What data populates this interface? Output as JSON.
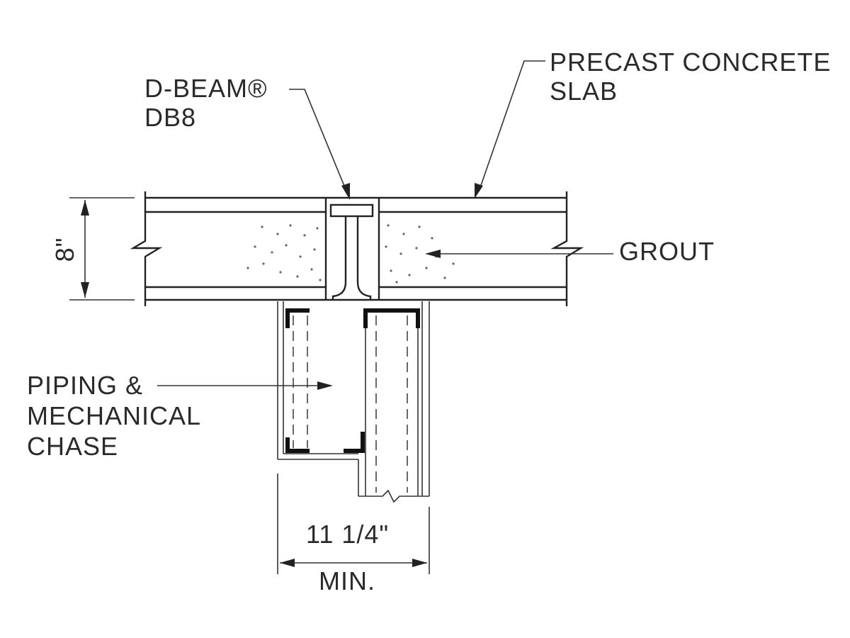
{
  "labels": {
    "dbeam_line1": "D-BEAM®",
    "dbeam_line2": "DB8",
    "slab_line1": "PRECAST CONCRETE",
    "slab_line2": "SLAB",
    "grout": "GROUT",
    "chase_line1": "PIPING &",
    "chase_line2": "MECHANICAL",
    "chase_line3": "CHASE",
    "slab_thickness": "8\"",
    "width_value": "11 1/4\"",
    "width_qualifier": "MIN."
  },
  "colors": {
    "linework": "#222222",
    "background": "#ffffff"
  }
}
